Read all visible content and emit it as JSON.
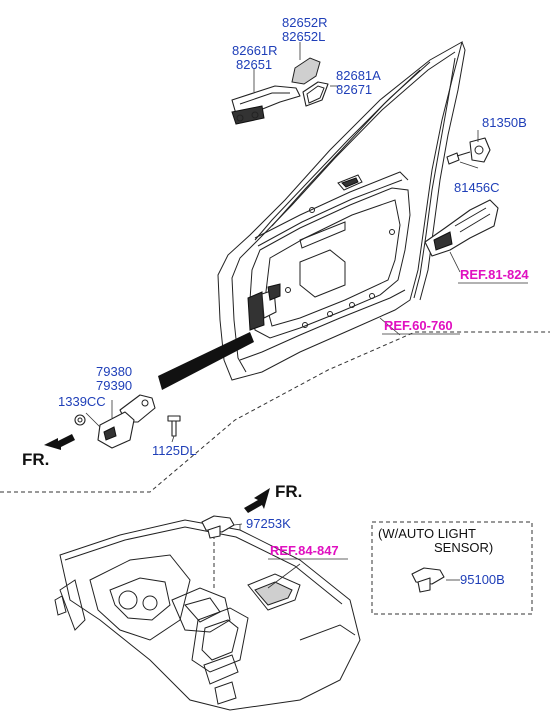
{
  "part_numbers": {
    "p82652r": "82652R",
    "p82652l": "82652L",
    "p82661r": "82661R",
    "p82651": "82651",
    "p82681a": "82681A",
    "p82671": "82671",
    "p81350b": "81350B",
    "p81456c": "81456C",
    "p79380": "79380",
    "p79390": "79390",
    "p1339cc": "1339CC",
    "p1125dl": "1125DL",
    "p97253k": "97253K",
    "p95100b": "95100B"
  },
  "references": {
    "ref81": "REF.81-824",
    "ref60": "REF.60-760",
    "ref84": "REF.84-847"
  },
  "direction": {
    "fr_top": "FR.",
    "fr_bottom": "FR."
  },
  "option_box": {
    "line1": "(W/AUTO LIGHT",
    "line2": "SENSOR)"
  },
  "colors": {
    "part_label": "#1f3fb8",
    "reference_label": "#e010c0",
    "line_art": "#222222"
  }
}
